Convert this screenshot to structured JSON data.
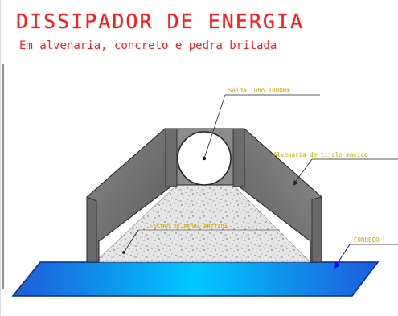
{
  "title": "DISSIPADOR DE ENERGIA",
  "subtitle": "Em alvenaria, concreto e pedra britada",
  "labels": {
    "pipe": "Saída Tubo 1000mm",
    "masonry": "Alvenaria de tijolo maciço",
    "gravel": "LASTRO DE PEDRA BRITADA",
    "stream": "CORREGO"
  },
  "colors": {
    "title": "#ff0000",
    "label": "#d4a000",
    "water": "#00aaff",
    "wall": "#7f7f7f",
    "leader": "#0000ff"
  }
}
